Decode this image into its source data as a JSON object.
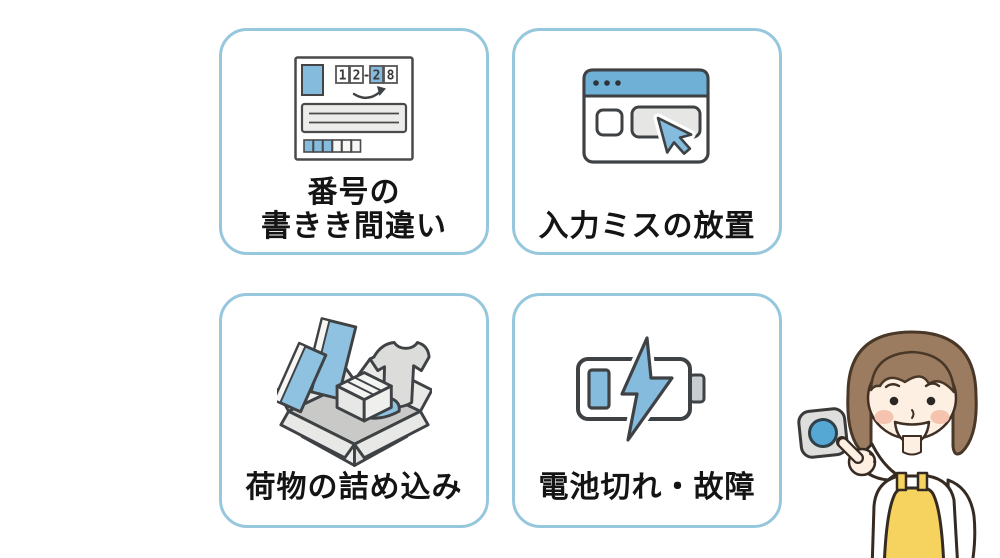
{
  "page": {
    "background": "#FFFFFF",
    "language": "ja"
  },
  "colors": {
    "card_border": "#96C7DD",
    "illustration_blue": "#85BCDE",
    "browser_header_blue": "#6FB0D6",
    "outline_dark": "#3F4245",
    "panel_gray": "#ECECEA",
    "caption_text": "#141414",
    "apron_yellow": "#F6D35F",
    "hair_brown": "#9C7C60",
    "skin": "#FDF0E3",
    "cheek_pink": "#F6C3AE",
    "tracker_button_blue": "#55A7D4"
  },
  "cards": [
    {
      "name": "number-writing-mistake",
      "icon": "postal-form-icon",
      "caption_line1": "番号の",
      "caption_line2": "書きき間違い",
      "form_digits": [
        "1",
        "2",
        "-",
        "2",
        "8"
      ],
      "highlighted_digit_index": 3
    },
    {
      "name": "input-mistake-neglect",
      "icon": "browser-cursor-icon",
      "caption_line1": "入力ミスの放置"
    },
    {
      "name": "luggage-packing",
      "icon": "packed-box-icon",
      "caption_line1": "荷物の詰め込み"
    },
    {
      "name": "battery-dead-malfunction",
      "icon": "battery-lightning-icon",
      "caption_line1": "電池切れ・故障"
    }
  ],
  "character": {
    "name": "woman-pointing-at-tracker-device"
  }
}
